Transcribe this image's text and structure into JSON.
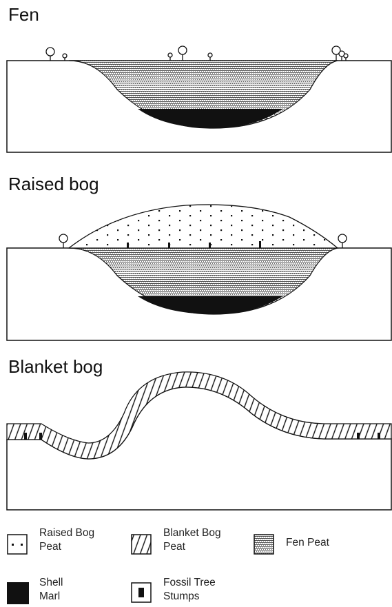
{
  "panels": {
    "fen": {
      "title": "Fen"
    },
    "raised_bog": {
      "title": "Raised bog"
    },
    "blanket_bog": {
      "title": "Blanket bog"
    }
  },
  "legend": {
    "raised_bog_peat": {
      "line1": "Raised Bog",
      "line2": "Peat"
    },
    "blanket_bog_peat": {
      "line1": "Blanket Bog",
      "line2": "Peat"
    },
    "fen_peat": {
      "line1": "Fen Peat"
    },
    "shell_marl": {
      "line1": "Shell",
      "line2": "Marl"
    },
    "fossil_tree_stumps": {
      "line1": "Fossil Tree",
      "line2": "Stumps"
    }
  },
  "colors": {
    "ink": "#111111",
    "background": "#ffffff"
  }
}
